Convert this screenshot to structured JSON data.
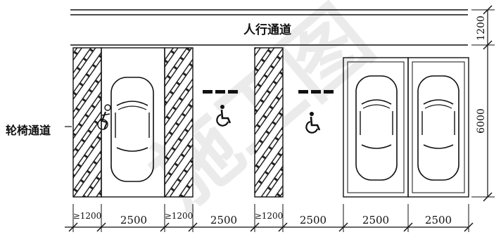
{
  "title": "人行通道",
  "side_label": "轮椅通道",
  "dimensions": {
    "top_right": "1200",
    "right": "6000",
    "bottom": [
      "≥1200",
      "2500",
      "≥1200",
      "2500",
      "≥1200",
      "2500",
      "2500",
      "2500"
    ]
  },
  "legend_icons": [
    "wheelchair-icon",
    "wheelchair-icon",
    "person-in-wheelchair-icon"
  ],
  "watermark": "施工图"
}
